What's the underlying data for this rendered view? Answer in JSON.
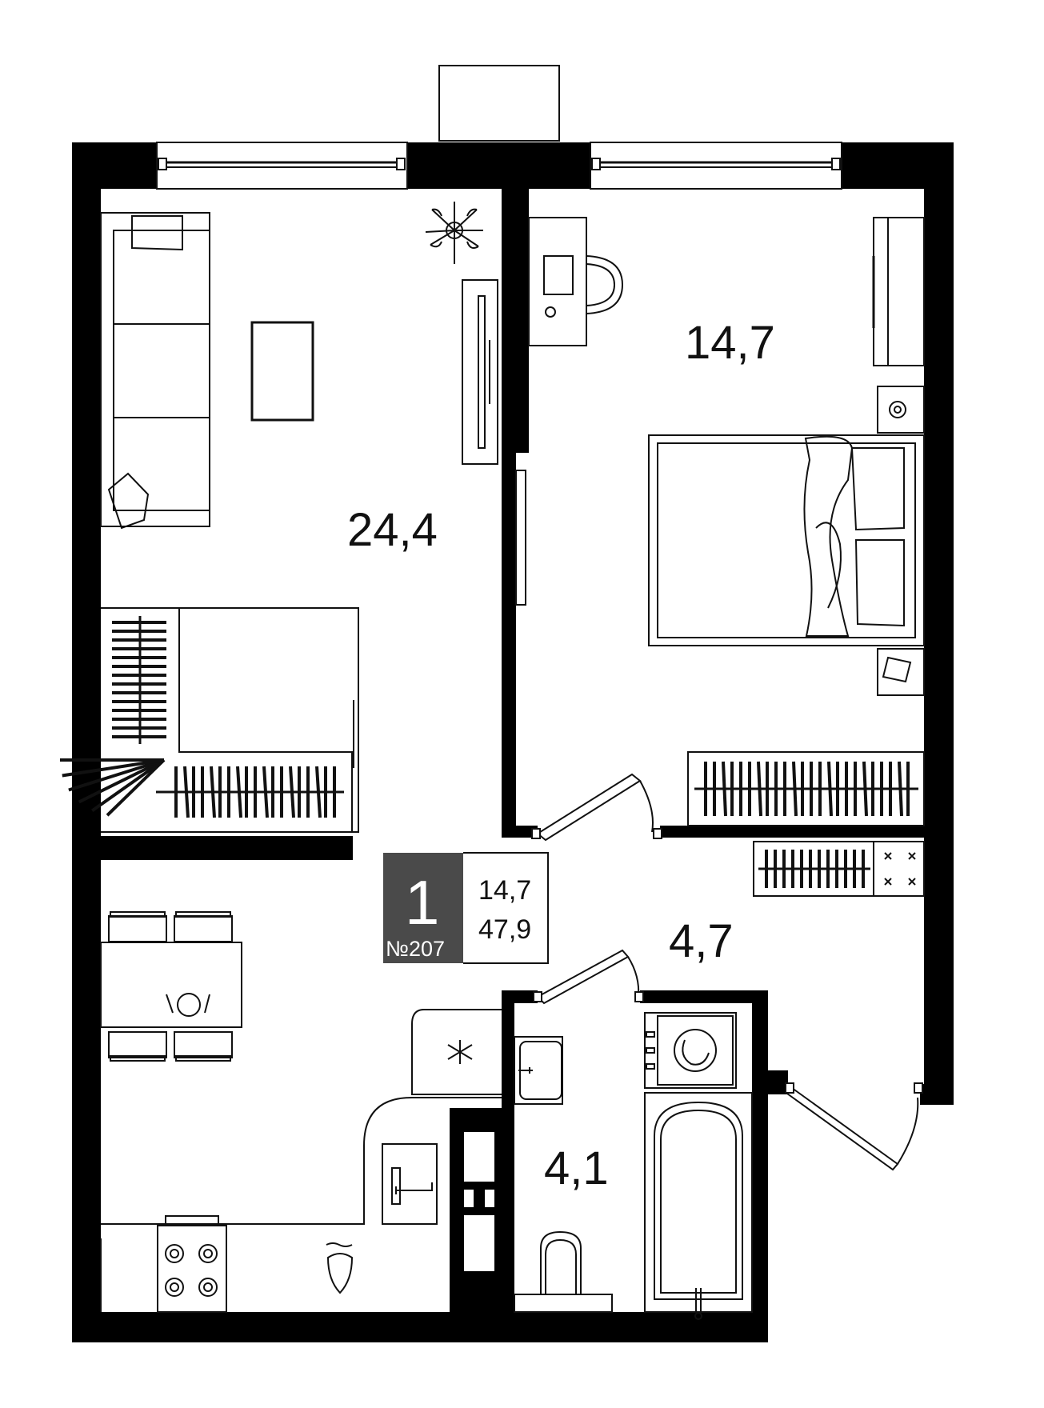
{
  "rooms": {
    "living_room_area": "24,4",
    "bedroom_area": "14,7",
    "hall_area": "4,7",
    "bathroom_area": "4,1"
  },
  "badge": {
    "rooms_count": "1",
    "apartment_number": "№207",
    "living_area": "14,7",
    "total_area": "47,9"
  },
  "colors": {
    "walls": "#000000",
    "badge_background": "#4a4a4a",
    "badge_text": "#ffffff",
    "lines": "#111111"
  }
}
